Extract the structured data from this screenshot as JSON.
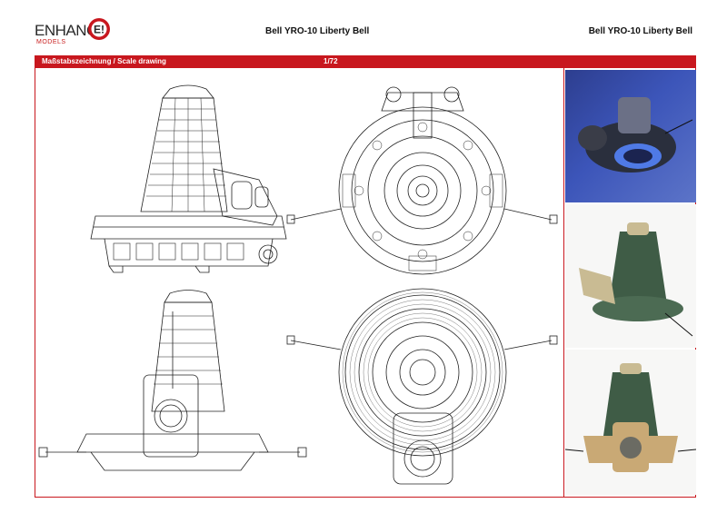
{
  "brand": {
    "logo_text": "ENHANC",
    "logo_badge": "E!",
    "logo_sub": "MODELS"
  },
  "header": {
    "title_center": "Bell YRO-10 Liberty Bell",
    "title_right": "Bell YRO-10 Liberty Bell"
  },
  "bar": {
    "label": "Maßstabszeichnung / Scale drawing",
    "scale": "1/72"
  },
  "colors": {
    "accent": "#c8171e",
    "photo_bg_blue": "#3c55b9",
    "model_green": "#3f5c46",
    "model_tan": "#c9a975"
  },
  "views": [
    "side-view",
    "top-view",
    "front-view",
    "bottom-view"
  ],
  "photos": [
    "photo-blue-underside",
    "photo-green-side",
    "photo-tan-front"
  ]
}
